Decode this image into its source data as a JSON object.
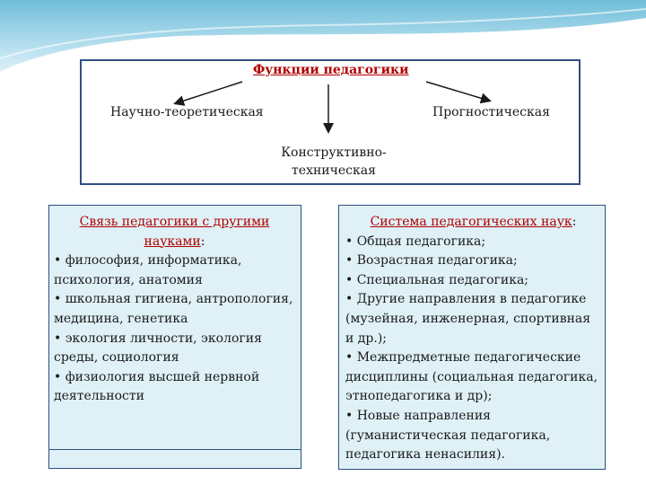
{
  "diagram": {
    "title": "Функции педагогики",
    "branches": [
      "Научно-теоретическая",
      "Прогностическая",
      "Конструктивно-техническая"
    ],
    "branch_lines": {
      "center": [
        "Конструктивно-",
        "техническая"
      ]
    }
  },
  "left_panel": {
    "heading": "Связь педагогики с другими науками",
    "heading_suffix": ":",
    "items": [
      "• философия, информатика, психология, анатомия",
      "• школьная гигиена, антропология, медицина, генетика",
      "• экология личности, экология среды, социология",
      "• физиология  высшей нервной деятельности"
    ]
  },
  "right_panel": {
    "heading": "Система педагогических наук",
    "heading_suffix": ":",
    "items": [
      "• Общая педагогика;",
      "• Возрастная педагогика;",
      "•  Специальная педагогика;",
      "• Другие направления в педагогике (музейная, инженерная, спортивная и др.);",
      "• Межпредметные педагогические дисциплины  (социальная педагогика, этнопедагогика и др);",
      "• Новые направления (гуманистическая педагогика, педагогика ненасилия)."
    ]
  },
  "colors": {
    "accent": "#b00000",
    "panel_bg": "#dff1f7",
    "border": "#2f4f7f",
    "wave": "#7fc7df"
  }
}
